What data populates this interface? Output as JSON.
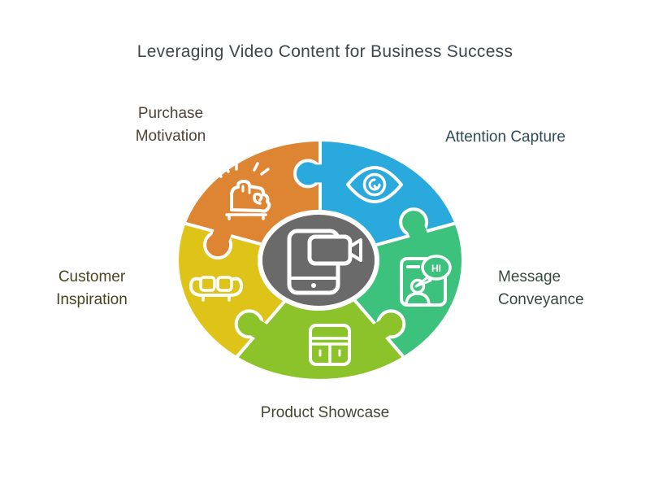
{
  "background": "#FFFFFF",
  "title": {
    "text": "Leveraging Video Content for Business Success",
    "color": "#3F464B"
  },
  "center": {
    "icon": "smartphone-video-icon",
    "color": "#6A6A6A",
    "outline": "#FFFFFF"
  },
  "segments": [
    {
      "id": "attention-capture",
      "label": "Attention Capture",
      "color": "#29A9DC",
      "label_color": "#2F4B55",
      "icon": "eye-icon"
    },
    {
      "id": "message-conveyance",
      "label": "Message Conveyance",
      "color": "#3DC27E",
      "label_color": "#37493E",
      "icon": "person-greeting-icon",
      "bubble_text": "HI"
    },
    {
      "id": "product-showcase",
      "label": "Product Showcase",
      "color": "#8CC32B",
      "label_color": "#434731",
      "icon": "cabinet-icon"
    },
    {
      "id": "customer-inspiration",
      "label": "Customer Inspiration",
      "color": "#DEC319",
      "label_color": "#494420",
      "icon": "sofa-icon"
    },
    {
      "id": "purchase-motivation",
      "label": "Purchase Motivation",
      "color": "#DD8533",
      "label_color": "#4F4234",
      "icon": "fist-icon"
    }
  ]
}
